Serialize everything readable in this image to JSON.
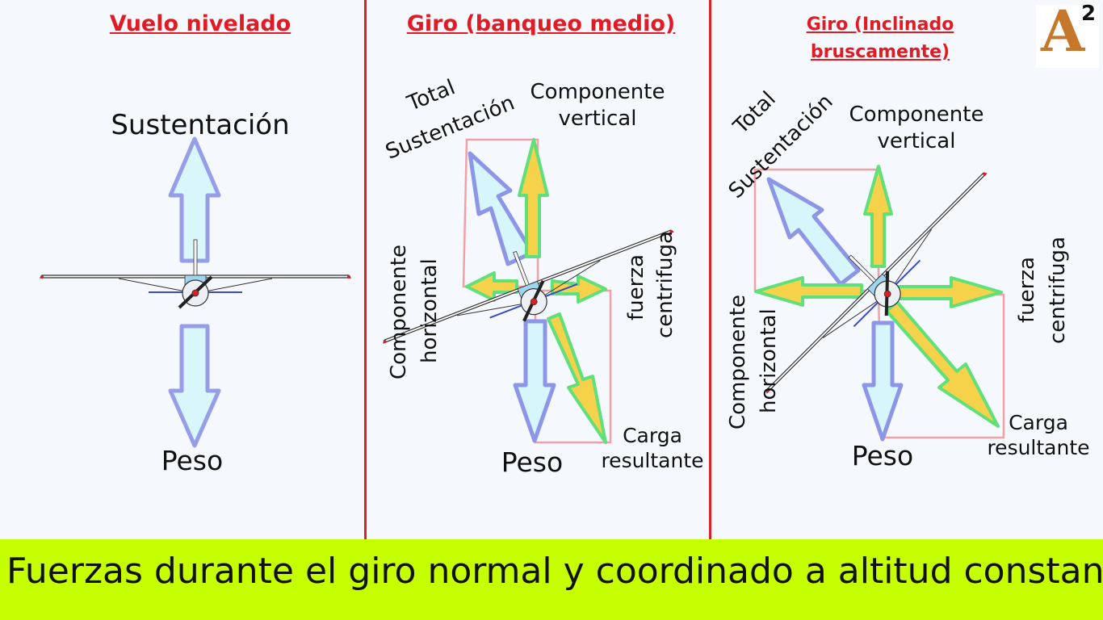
{
  "panels": [
    {
      "title": "Vuelo nivelado",
      "labels": {
        "lift": "Sustentación",
        "weight": "Peso"
      }
    },
    {
      "title": "Giro (banqueo medio)",
      "labels": {
        "total_lift_line1": "Total",
        "total_lift_line2": "Sustentación",
        "vertical_line1": "Componente",
        "vertical_line2": "vertical",
        "horizontal_line1": "Componente",
        "horizontal_line2": "horizontal",
        "centrifugal_line1": "fuerza",
        "centrifugal_line2": "centrifuga",
        "load_line1": "Carga",
        "load_line2": "resultante",
        "weight": "Peso"
      }
    },
    {
      "title_line1": "Giro (Inclinado",
      "title_line2": "bruscamente)",
      "labels": {
        "total_lift_line1": "Total",
        "total_lift_line2": "Sustentación",
        "vertical_line1": "Componente",
        "vertical_line2": "vertical",
        "horizontal_line1": "Componente",
        "horizontal_line2": "horizontal",
        "centrifugal_line1": "fuerza",
        "centrifugal_line2": "centrifuga",
        "load_line1": "Carga",
        "load_line2": "resultante",
        "weight": "Peso"
      }
    }
  ],
  "logo": {
    "letter": "A",
    "superscript": "2"
  },
  "footer": {
    "caption": "Fuerzas durante el giro normal y coordinado a altitud constante"
  },
  "colors": {
    "title_red": "#e01b24",
    "divider_red": "#d8232a",
    "footer_green": "#c6ff00",
    "lift_arrow_fill": "#d6f6fb",
    "lift_arrow_stroke": "#8c95e6",
    "component_arrow_fill": "#f6d14a",
    "component_arrow_stroke": "#5fe07a",
    "parallelogram_pink": "#f2a0a6",
    "logo_orange": "#c5772a"
  }
}
